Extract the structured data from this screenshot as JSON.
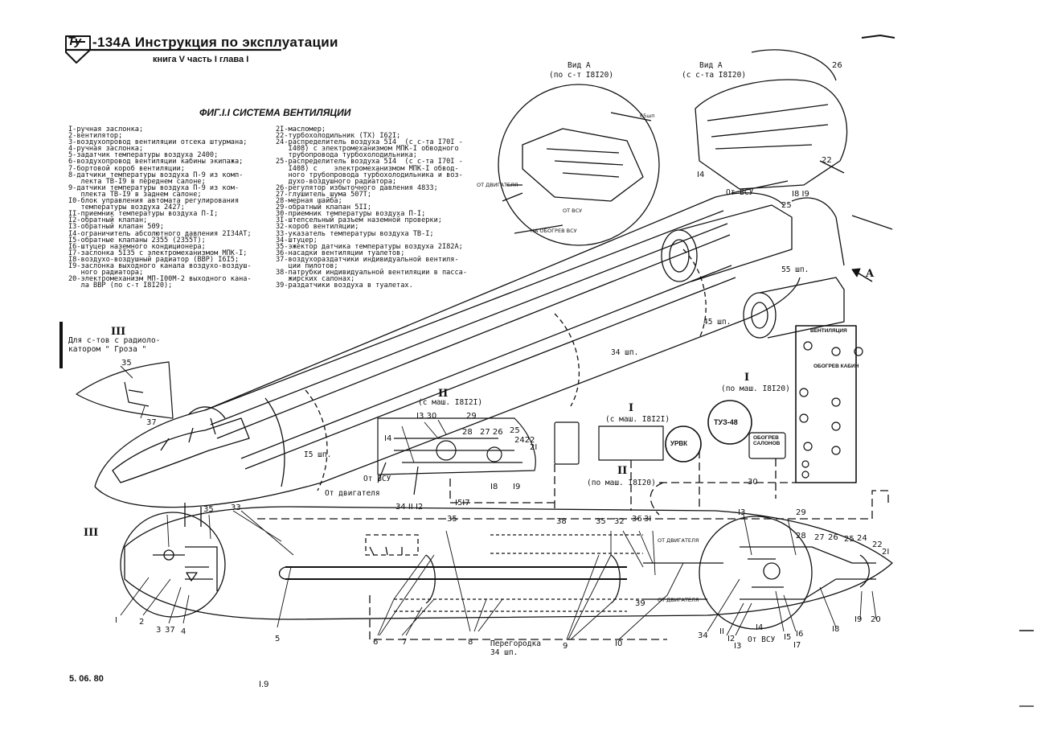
{
  "header": {
    "logo": "Ту",
    "title": "-134А Инструкция по эксплуатации",
    "subtitle": "книга V   часть I   глава I"
  },
  "figure_title": "ФИГ.I.I СИСТЕМА ВЕНТИЛЯЦИИ",
  "legend_left": [
    "I-ручная заслонка;",
    "2-вентилятор;",
    "3-воздухопровод вентиляции отсека штурмана;",
    "4-ручная заслонка;",
    "5-задатчик температуры воздуха 2400;",
    "6-воздухопровод вентиляции кабины экипажа;",
    "7-бортовой короб вентиляции;",
    "8-датчики температуры воздуха П-9 из комп-",
    "   лекта ТВ-I9 в переднем салоне;",
    "9-датчики температуры воздуха П-9 из ком-",
    "   плекта ТВ-I9 в заднем салоне;",
    "I0-блок управления автомата регулирования",
    "   температуры воздуха 2427;",
    "II-приемник температуры воздуха П-I;",
    "I2-обратный клапан;",
    "I3-обратный клапан 509;",
    "I4-ограничитель абсолютного давления 2I34АТ;",
    "I5-обратные клапаны 2355 (2355Т);",
    "I6-штуцер наземного кондиционера;",
    "I7-заслонка 5I35 с электромеханизмом МПК-I;",
    "I8-воздухо-воздушный радиатор (ВВР) I6I5;",
    "I9-заслонка выходного канала воздухо-воздуш-",
    "   ного радиатора;",
    "20-электромеханизм МП-I00М-2 выходного кана-",
    "   ла ВВР (по с-т I8I20);"
  ],
  "legend_right": [
    "2I-масломер;",
    "22-турбохолодильник (ТХ) I62I;",
    "24-распределитель воздуха 5I4  (с с-та I70I -",
    "   I408) с электромеханизмом МПК-I обводного",
    "   трубопровода турбохолодильника;",
    "25-распределитель воздуха 5I4  (с с-та I70I -",
    "   I408) с    электромеханизмом МПК-I обвод-",
    "   ного трубопровода турбохолодильника и воз-",
    "   духо-воздушного радиатора;",
    "26-регулятор избыточного давления 4833;",
    "27-глушитель шума 507Т;",
    "28-мерная шайба;",
    "29-обратный клапан 5II;",
    "30-приемник температуры воздуха П-I;",
    "3I-штепсельный разъем наземной проверки;",
    "32-короб вентиляции;",
    "33-указатель температуры воздуха ТВ-I;",
    "34-штуцер;",
    "35-эжектор датчика температуры воздуха 2I82А;",
    "36-насадки вентиляции туалетов;",
    "37-воздухораздатчики индивидуальной вентиля-",
    "   ции пилотов;",
    "38-патрубки индивидуальной вентиляции в пасса-",
    "   жирских салонах;",
    "39-раздатчики воздуха в туалетах."
  ],
  "views": {
    "view_a1_title": "Вид А",
    "view_a1_sub": "(по с-т I8I20)",
    "view_a2_title": "Вид А",
    "view_a2_sub": "(с с-та I8I20)",
    "from_engine": "ОТ ДВИГАТЕЛЯ",
    "from_apu_small": "ОТ ВСУ",
    "from_apu": "От ВСУ",
    "to_heating": "НА ОБОГРЕВ ВСУ",
    "frame_65": "65шп",
    "frame_55": "55 шп.",
    "frame_45": "45 шп.",
    "frame_34": "34 шп.",
    "frame_15": "I5 шп.",
    "arrow_a": "A"
  },
  "detail_iii": {
    "roman": "III",
    "text": "Для с-тов с радиоло-\nкатором \" Гроза \""
  },
  "inset_labels": {
    "ii_mash": "II",
    "ii_mash_sub": "(с маш. I8I2I)",
    "i_mash": "I",
    "i_mash_sub": "(с маш. I8I2I)",
    "ii_po": "II",
    "ii_po_sub": "(по маш. I8I20)",
    "i_po": "I",
    "i_po_sub": "(по маш. I8I20)",
    "tuz": "ТУЗ-48",
    "urvk": "УРВК",
    "heat_salon": "ОБОГРЕВ\nСАЛОНОВ",
    "vent_panel": "ВЕНТИЛЯЦИЯ",
    "heat_cabin": "ОБОГРЕВ  КАБИН",
    "from_apu_ii": "От ВСУ",
    "from_engine_ii": "От двигателя",
    "partition": "Перегородка\n34 шп.",
    "from_engine_top": "ОТ ДВИГАТЕЛЯ",
    "from_engine_bot": "ОТ ДВИГАТЕЛЯ",
    "from_apu_bot": "От ВСУ"
  },
  "footer": {
    "date": "5. 06. 80",
    "page": "I.9"
  }
}
